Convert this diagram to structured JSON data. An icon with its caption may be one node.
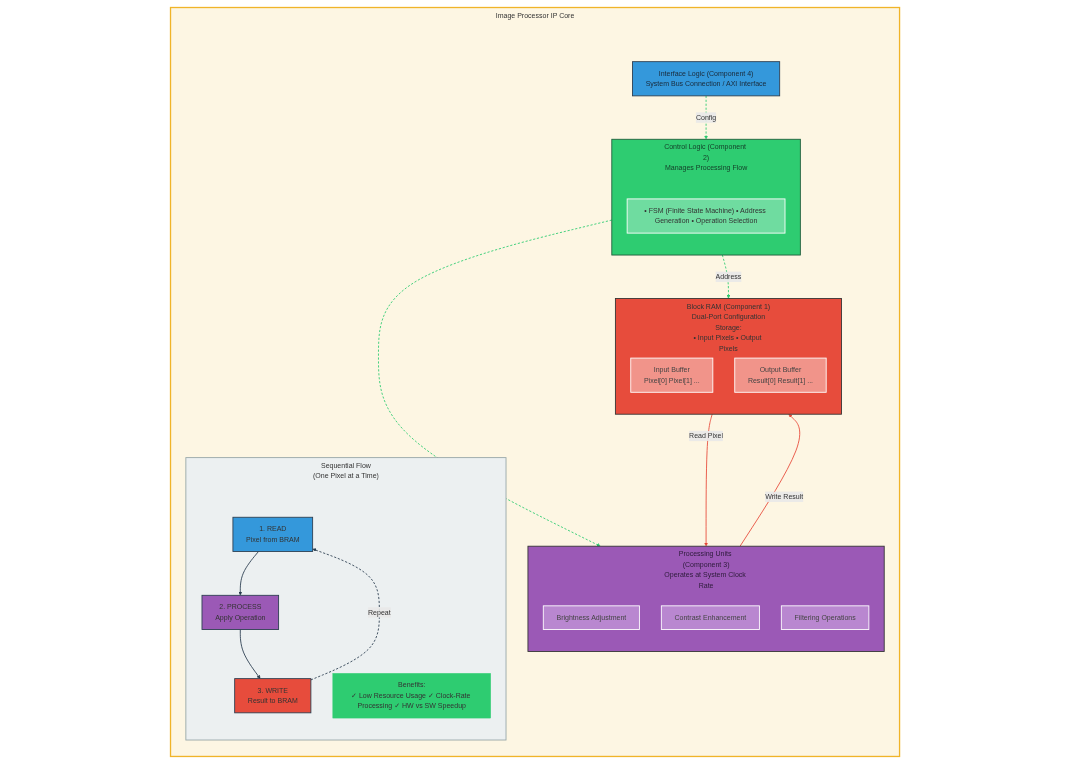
{
  "diagram": {
    "nodes": [
      {
        "text": [
          "Image Processor IP Core"
        ]
      },
      {
        "text": [
          "Interface Logic (Component 4)",
          "System Bus Connection / AXI Interface"
        ],
        "in": 0
      },
      {
        "text": [
          "Block RAM (Component 1)",
          "Dual-Port Configuration",
          "Storage:",
          "• Input Pixels • Output Pixels"
        ],
        "in": 0
      },
      {
        "text": [
          "Input Buffer",
          "Pixel[0] Pixel[1] ..."
        ],
        "in": 2
      },
      {
        "text": [
          "Output Buffer",
          "Result[0] Result[1] ..."
        ],
        "in": 2
      },
      {
        "text": [
          "Control Logic (Component 2)",
          "Manages Processing Flow"
        ],
        "in": 0
      },
      {
        "text": [
          "• FSM (Finite State Machine) • Address Generation • Operation Selection"
        ],
        "in": 5
      },
      {
        "text": [
          "Processing Units (Component 3)",
          "Operates at System Clock Rate"
        ],
        "in": 0
      },
      {
        "text": [
          "Brightness Adjustment"
        ],
        "in": 7
      },
      {
        "text": [
          "Contrast Enhancement"
        ],
        "in": 7
      },
      {
        "text": [
          "Filtering Operations"
        ],
        "in": 7
      },
      {
        "text": [
          "Sequential Flow",
          "(One Pixel at a Time)"
        ],
        "in": 0
      },
      {
        "text": [
          "1. READ",
          "Pixel from BRAM"
        ],
        "in": 11
      },
      {
        "text": [
          "2. PROCESS",
          "Apply Operation"
        ],
        "in": 11
      },
      {
        "text": [
          "3. WRITE",
          "Result to BRAM"
        ],
        "in": 11
      },
      {
        "text": [
          "Benefits:",
          "✓ Low Resource Usage ✓ Clock-Rate Processing ✓ HW vs SW Speedup"
        ],
        "in": 11
      }
    ],
    "edges": [
      {
        "from": 1,
        "to": 5,
        "arrow": "to",
        "label": "Config",
        "style": "dashed",
        "color": "#2ecc71"
      },
      {
        "from": 5,
        "to": 2,
        "arrow": "to",
        "label": "Address",
        "style": "dashed",
        "color": "#2ecc71"
      },
      {
        "from": 5,
        "to": 7,
        "arrow": "to",
        "style": "dashed",
        "color": "#2ecc71"
      },
      {
        "from": 2,
        "to": 7,
        "arrow": "to",
        "label": "Read Pixel",
        "color": "#e74c3c"
      },
      {
        "from": 7,
        "to": 2,
        "arrow": "to",
        "label": "Write Result",
        "color": "#e74c3c"
      },
      {
        "from": 12,
        "to": 13,
        "arrow": "to",
        "color": "#2c3e50"
      },
      {
        "from": 13,
        "to": 14,
        "arrow": "to",
        "color": "#2c3e50"
      },
      {
        "from": 14,
        "to": 12,
        "arrow": "to",
        "label": "Repeat",
        "style": "dashed",
        "color": "#2c3e50"
      }
    ]
  }
}
